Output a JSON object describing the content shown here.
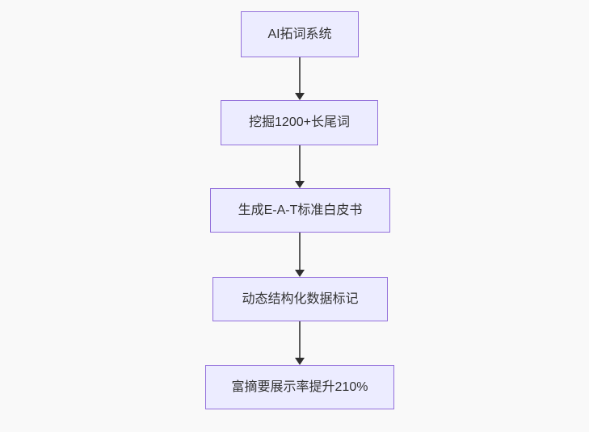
{
  "diagram": {
    "type": "flowchart",
    "direction": "top-down",
    "colors": {
      "background": "#f9f9f9",
      "node_fill": "#ECECFF",
      "node_border": "#9370DB",
      "node_text": "#333333",
      "edge_line": "#5c5c5c",
      "edge_arrowhead": "#2e2e2e"
    },
    "nodes": [
      {
        "id": "n1",
        "label": "AI拓词系统"
      },
      {
        "id": "n2",
        "label": "挖掘1200+长尾词"
      },
      {
        "id": "n3",
        "label": "生成E-A-T标准白皮书"
      },
      {
        "id": "n4",
        "label": "动态结构化数据标记"
      },
      {
        "id": "n5",
        "label": "富摘要展示率提升210%"
      }
    ],
    "edges": [
      {
        "from": "n1",
        "to": "n2"
      },
      {
        "from": "n2",
        "to": "n3"
      },
      {
        "from": "n3",
        "to": "n4"
      },
      {
        "from": "n4",
        "to": "n5"
      }
    ]
  }
}
